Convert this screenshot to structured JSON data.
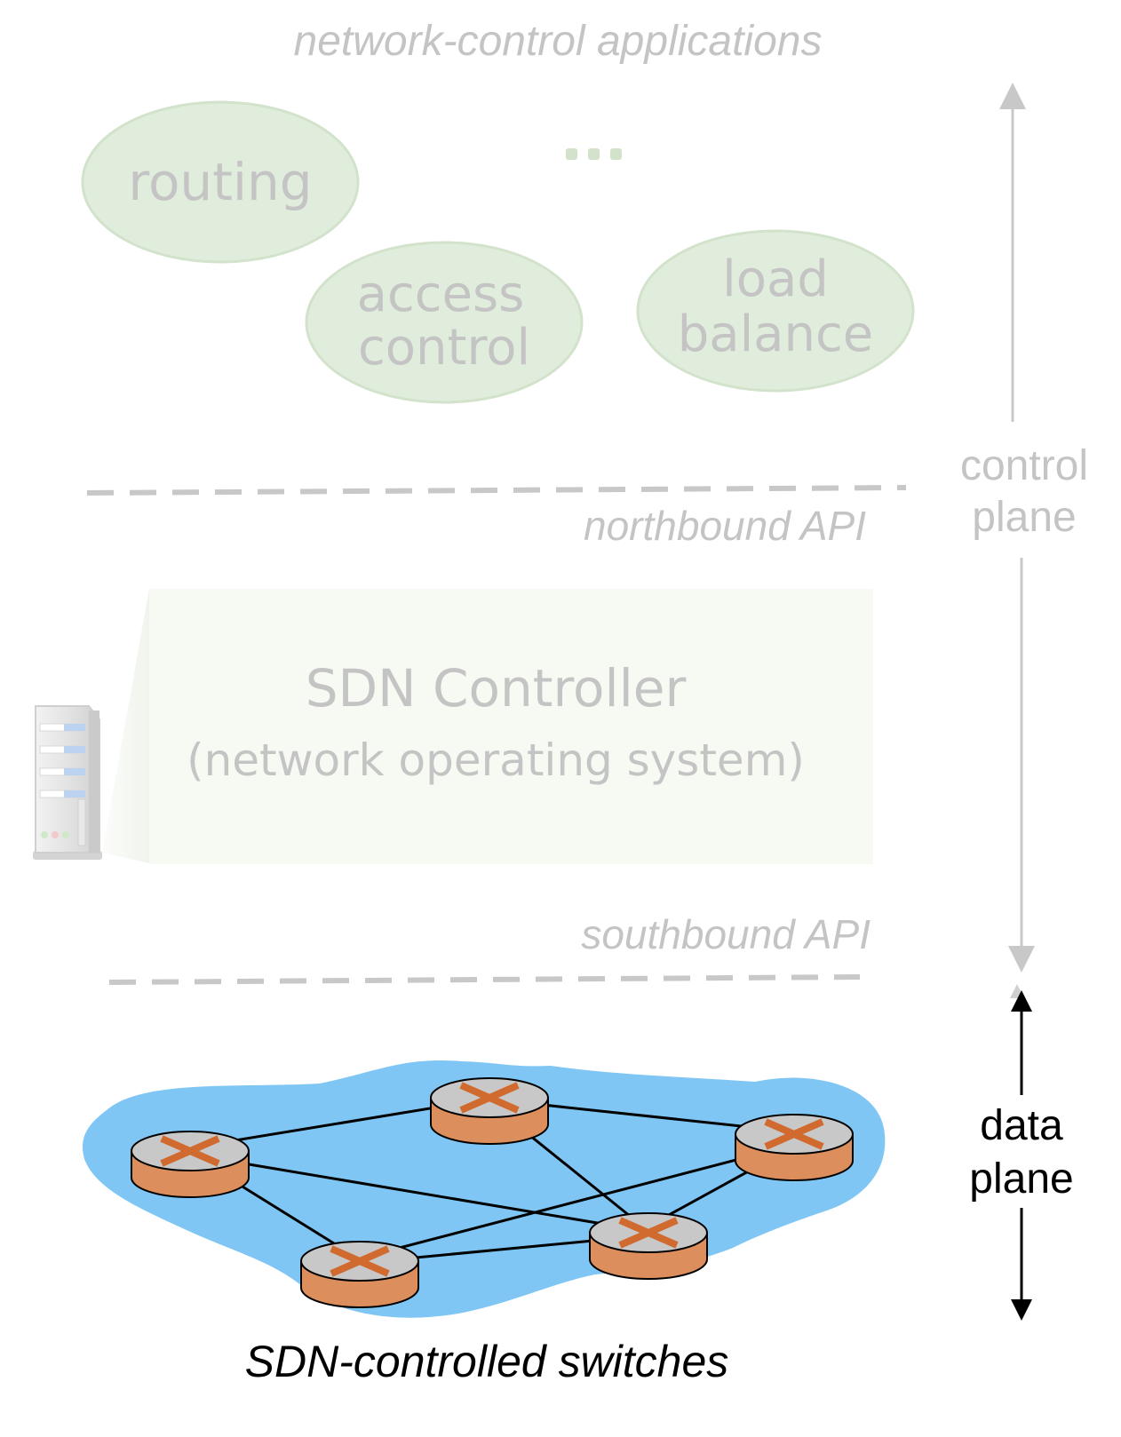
{
  "header": {
    "title": "network-control applications"
  },
  "apps": {
    "routing": "routing",
    "access_line1": "access",
    "access_line2": "control",
    "load_line1": "load",
    "load_line2": "balance",
    "ellipsis": "..."
  },
  "apis": {
    "northbound": "northbound API",
    "southbound": "southbound API"
  },
  "controller": {
    "title": "SDN Controller",
    "subtitle": "(network operating system)"
  },
  "planes": {
    "control_line1": "control",
    "control_line2": "plane",
    "data_line1": "data",
    "data_line2": "plane"
  },
  "network": {
    "caption": "SDN-controlled switches"
  },
  "colors": {
    "faded_text": "#c4c4c4",
    "app_fill": "#e1eddc",
    "app_stroke": "#d2e2cb",
    "controller_fill": "#f6faf3",
    "cloud_fill": "#7fc6f5",
    "switch_top": "#c8c8c8",
    "switch_body": "#dc8e5c",
    "switch_arrow": "#d06a2e",
    "dashed_line": "#c8c8c8",
    "faded_arrow": "#c8c8c8",
    "dark": "#000000"
  }
}
